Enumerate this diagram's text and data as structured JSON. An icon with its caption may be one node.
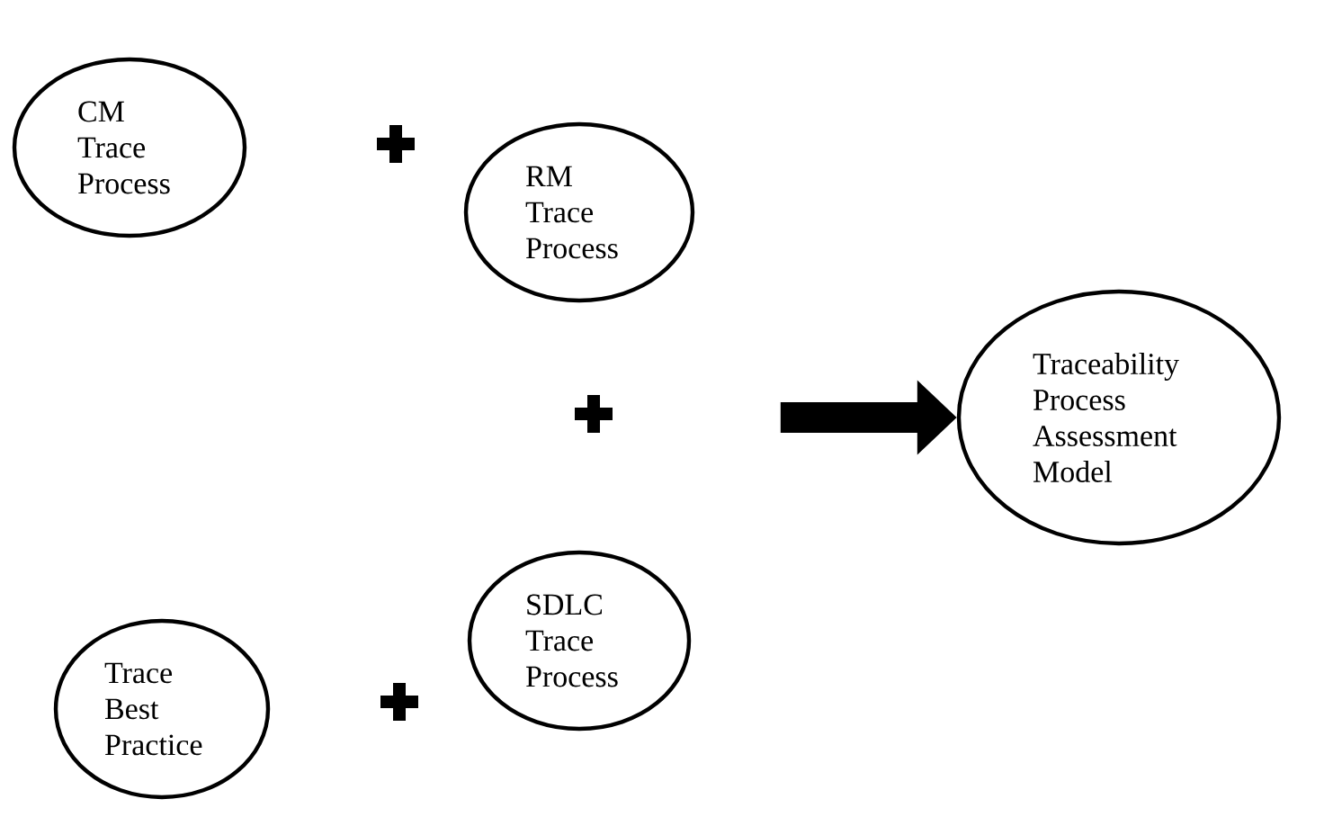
{
  "diagram": {
    "nodes": [
      {
        "text": [
          "CM Trace Process"
        ]
      },
      {
        "text": [
          "RM Trace Process"
        ]
      },
      {
        "text": [
          "Traceability Process Assessment Model"
        ]
      },
      {
        "text": [
          "SDLC Trace Process"
        ]
      },
      {
        "text": [
          "Trace Best Practice"
        ]
      }
    ],
    "edges": [
      {
        "from": null,
        "to": 2,
        "arrow": "to"
      }
    ]
  }
}
